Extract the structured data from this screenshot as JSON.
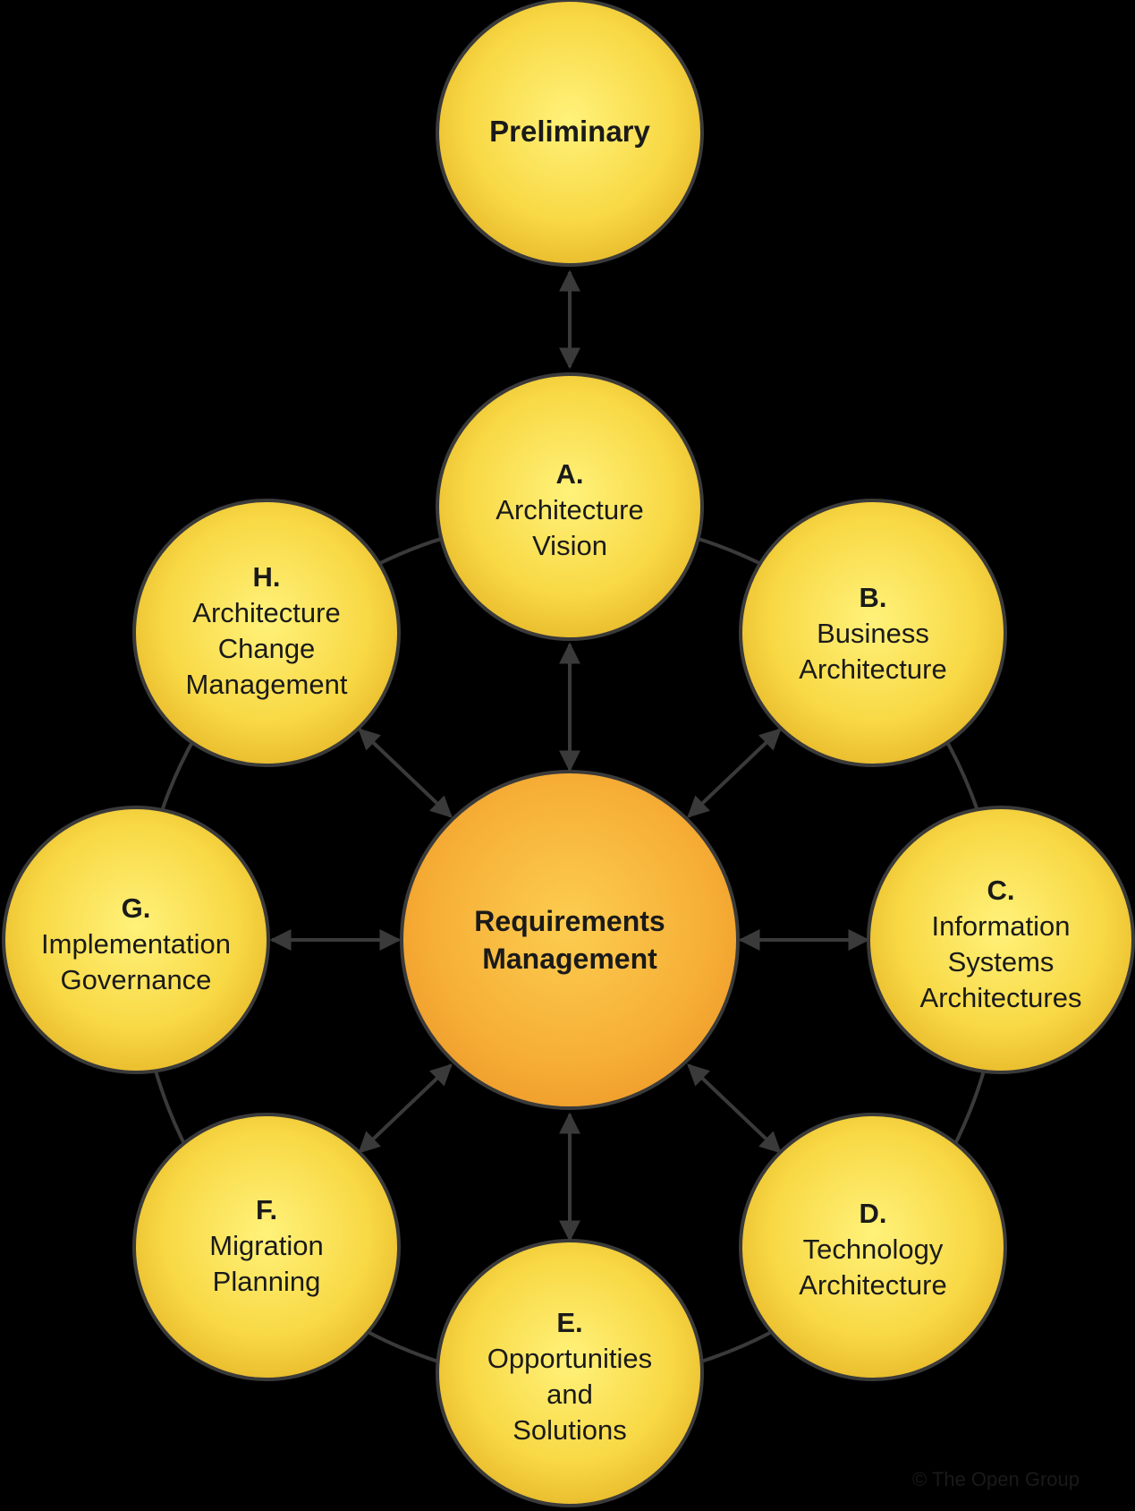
{
  "nodes": {
    "preliminary": {
      "letter": "",
      "lines": [
        "Preliminary"
      ]
    },
    "a": {
      "letter": "A.",
      "lines": [
        "Architecture",
        "Vision"
      ]
    },
    "b": {
      "letter": "B.",
      "lines": [
        "Business",
        "Architecture"
      ]
    },
    "c": {
      "letter": "C.",
      "lines": [
        "Information",
        "Systems",
        "Architectures"
      ]
    },
    "d": {
      "letter": "D.",
      "lines": [
        "Technology",
        "Architecture"
      ]
    },
    "e": {
      "letter": "E.",
      "lines": [
        "Opportunities",
        "and",
        "Solutions"
      ]
    },
    "f": {
      "letter": "F.",
      "lines": [
        "Migration",
        "Planning"
      ]
    },
    "g": {
      "letter": "G.",
      "lines": [
        "Implementation",
        "Governance"
      ]
    },
    "h": {
      "letter": "H.",
      "lines": [
        "Architecture",
        "Change",
        "Management"
      ]
    },
    "rm": {
      "letter": "",
      "lines": [
        "Requirements",
        "Management"
      ]
    }
  },
  "copyright": "© The Open Group",
  "colors": {
    "background": "#000000",
    "phase_fill_light": "#FFF176",
    "phase_fill_mid": "#F9D84A",
    "phase_fill_dark": "#E8B82A",
    "center_fill_light": "#FCCB4C",
    "center_fill_dark": "#F2A12E",
    "outline": "#3a3a3a",
    "text": "#1a1a1a"
  }
}
